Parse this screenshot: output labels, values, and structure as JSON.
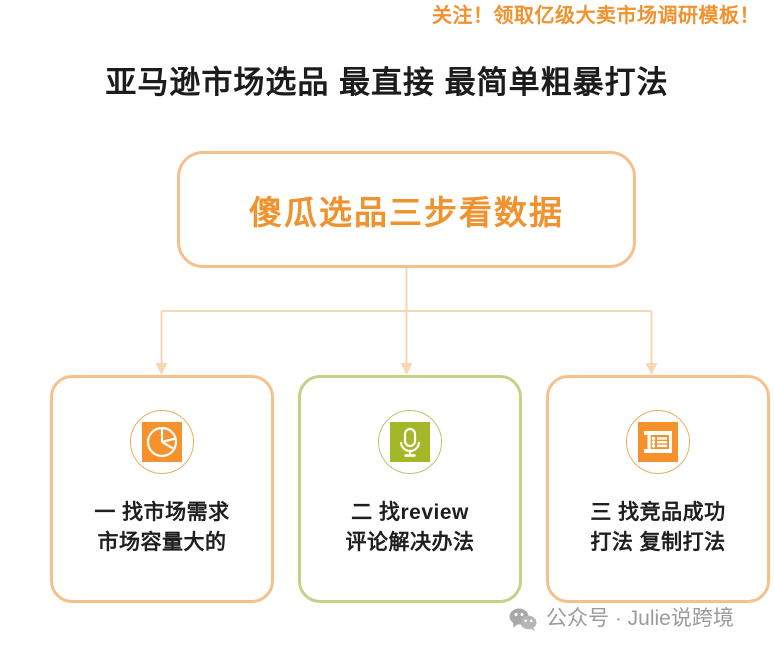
{
  "banner": {
    "text": "关注！领取亿级大卖市场调研模板！",
    "color": "#f0922e"
  },
  "header": {
    "title": "亚马逊市场选品  最直接 最简单粗暴打法",
    "color": "#1c1c1c"
  },
  "diagram": {
    "type": "flowchart",
    "root": {
      "label": "傻瓜选品三步看数据",
      "text_color": "#f0922e",
      "border_color": "#f6c08b"
    },
    "nodes": [
      {
        "icon": "pie-chart-icon",
        "icon_color": "#f5922c",
        "border_color": "#f6c08b",
        "line1": "一 找市场需求",
        "line2": "市场容量大的"
      },
      {
        "icon": "microphone-icon",
        "icon_color": "#a3b828",
        "border_color": "#c3d289",
        "line1": "二 找review",
        "line2": "评论解决办法"
      },
      {
        "icon": "document-list-icon",
        "icon_color": "#f5922c",
        "border_color": "#f6c08b",
        "line1": "三 找竞品成功",
        "line2": "打法 复制打法"
      }
    ],
    "connector_color": "#f7d7b4"
  },
  "footer": {
    "icon": "wechat-icon",
    "text": "公众号 · Julie说跨境",
    "color": "#9b9b9b"
  }
}
